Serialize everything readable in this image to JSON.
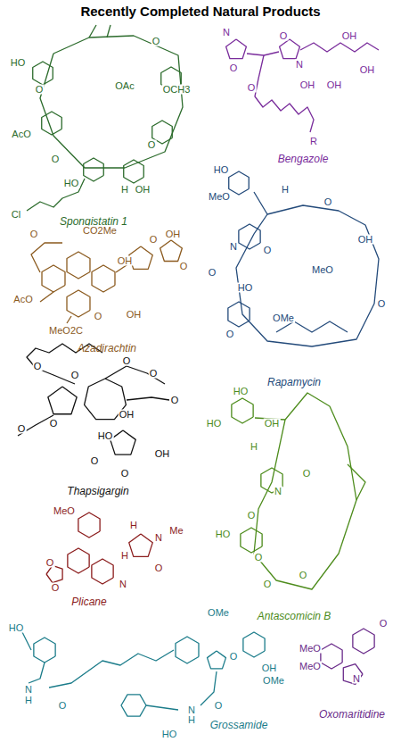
{
  "diagram": {
    "title": "Recently Completed Natural Products",
    "labels": [
      "HO",
      "O",
      "OAc",
      "OCH3",
      "O",
      "AcO",
      "O",
      "O",
      "HO",
      "H",
      "OH",
      "Cl",
      "Spongistatin 1",
      "N",
      "O",
      "O",
      "N",
      "O",
      "OH",
      "OH",
      "OH",
      "OH",
      "R",
      "Bengazole",
      "O",
      "CO2Me",
      "OH",
      "O",
      "OH",
      "O",
      "AcO",
      "MeO2C",
      "OH",
      "O",
      "Azadirachtin",
      "HO",
      "MeO",
      "H",
      "N",
      "O",
      "O",
      "HO",
      "O",
      "OMe",
      "O",
      "OH",
      "MeO",
      "O",
      "Rapamycin",
      "O",
      "O",
      "O",
      "O",
      "OH",
      "O",
      "O",
      "HO",
      "O",
      "O",
      "O",
      "OH",
      "Thapsigargin",
      "MeO",
      "H",
      "N",
      "Me",
      "H",
      "O",
      "O",
      "O",
      "N",
      "Plicane",
      "HO",
      "HO",
      "OH",
      "H",
      "N",
      "O",
      "O",
      "O",
      "HO",
      "O",
      "O",
      "Antascomicin B",
      "OMe",
      "O",
      "OH",
      "OMe",
      "HO",
      "N",
      "H",
      "O",
      "O",
      "N",
      "H",
      "HO",
      "Grossamide",
      "MeO",
      "MeO",
      "O",
      "N",
      "Oxomaritidine"
    ]
  }
}
